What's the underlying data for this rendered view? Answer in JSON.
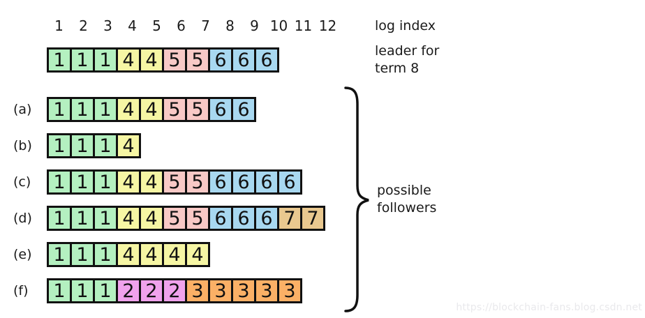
{
  "labels": {
    "log_index": "log index",
    "leader": "leader for\nterm 8",
    "followers": "possible\nfollowers"
  },
  "log_index_numbers": [
    "1",
    "2",
    "3",
    "4",
    "5",
    "6",
    "7",
    "8",
    "9",
    "10",
    "11",
    "12"
  ],
  "leader_log": {
    "entries": [
      "1",
      "1",
      "1",
      "4",
      "4",
      "5",
      "5",
      "6",
      "6",
      "6"
    ]
  },
  "followers": [
    {
      "label": "(a)",
      "entries": [
        "1",
        "1",
        "1",
        "4",
        "4",
        "5",
        "5",
        "6",
        "6"
      ]
    },
    {
      "label": "(b)",
      "entries": [
        "1",
        "1",
        "1",
        "4"
      ]
    },
    {
      "label": "(c)",
      "entries": [
        "1",
        "1",
        "1",
        "4",
        "4",
        "5",
        "5",
        "6",
        "6",
        "6",
        "6"
      ]
    },
    {
      "label": "(d)",
      "entries": [
        "1",
        "1",
        "1",
        "4",
        "4",
        "5",
        "5",
        "6",
        "6",
        "6",
        "7",
        "7"
      ]
    },
    {
      "label": "(e)",
      "entries": [
        "1",
        "1",
        "1",
        "4",
        "4",
        "4",
        "4"
      ]
    },
    {
      "label": "(f)",
      "entries": [
        "1",
        "1",
        "1",
        "2",
        "2",
        "2",
        "3",
        "3",
        "3",
        "3",
        "3"
      ]
    }
  ],
  "term_colors": {
    "1": "#b4f0c0",
    "2": "#f0a2ec",
    "3": "#fbb066",
    "4": "#f6f6a4",
    "5": "#f8c9c6",
    "6": "#a8d8f0",
    "7": "#e9c88f"
  },
  "layout_colors": {
    "border": "#111111",
    "text": "#1a1a1a",
    "background": "#ffffff"
  },
  "watermark": "https://blockchain-fans.blog.csdn.net"
}
